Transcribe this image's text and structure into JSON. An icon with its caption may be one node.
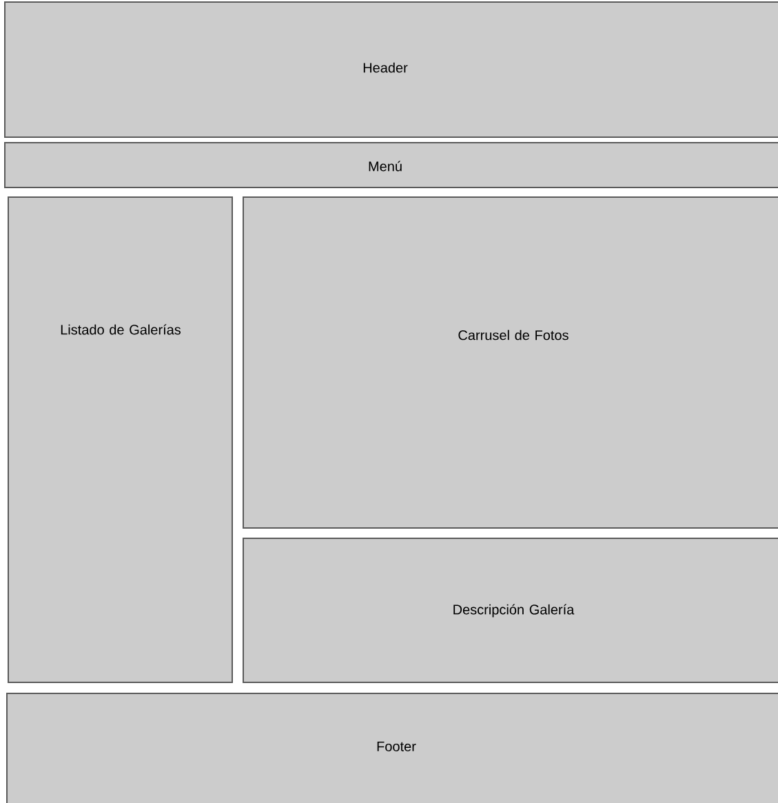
{
  "diagram": {
    "nodes": [
      {
        "text": [
          "Header"
        ]
      },
      {
        "text": [
          "Menú"
        ]
      },
      {
        "text": [
          "Listado de Galerías"
        ]
      },
      {
        "text": [
          "Carrusel de Fotos"
        ]
      },
      {
        "text": [
          "Descripción Galería"
        ]
      },
      {
        "text": [
          "Footer"
        ]
      }
    ]
  }
}
